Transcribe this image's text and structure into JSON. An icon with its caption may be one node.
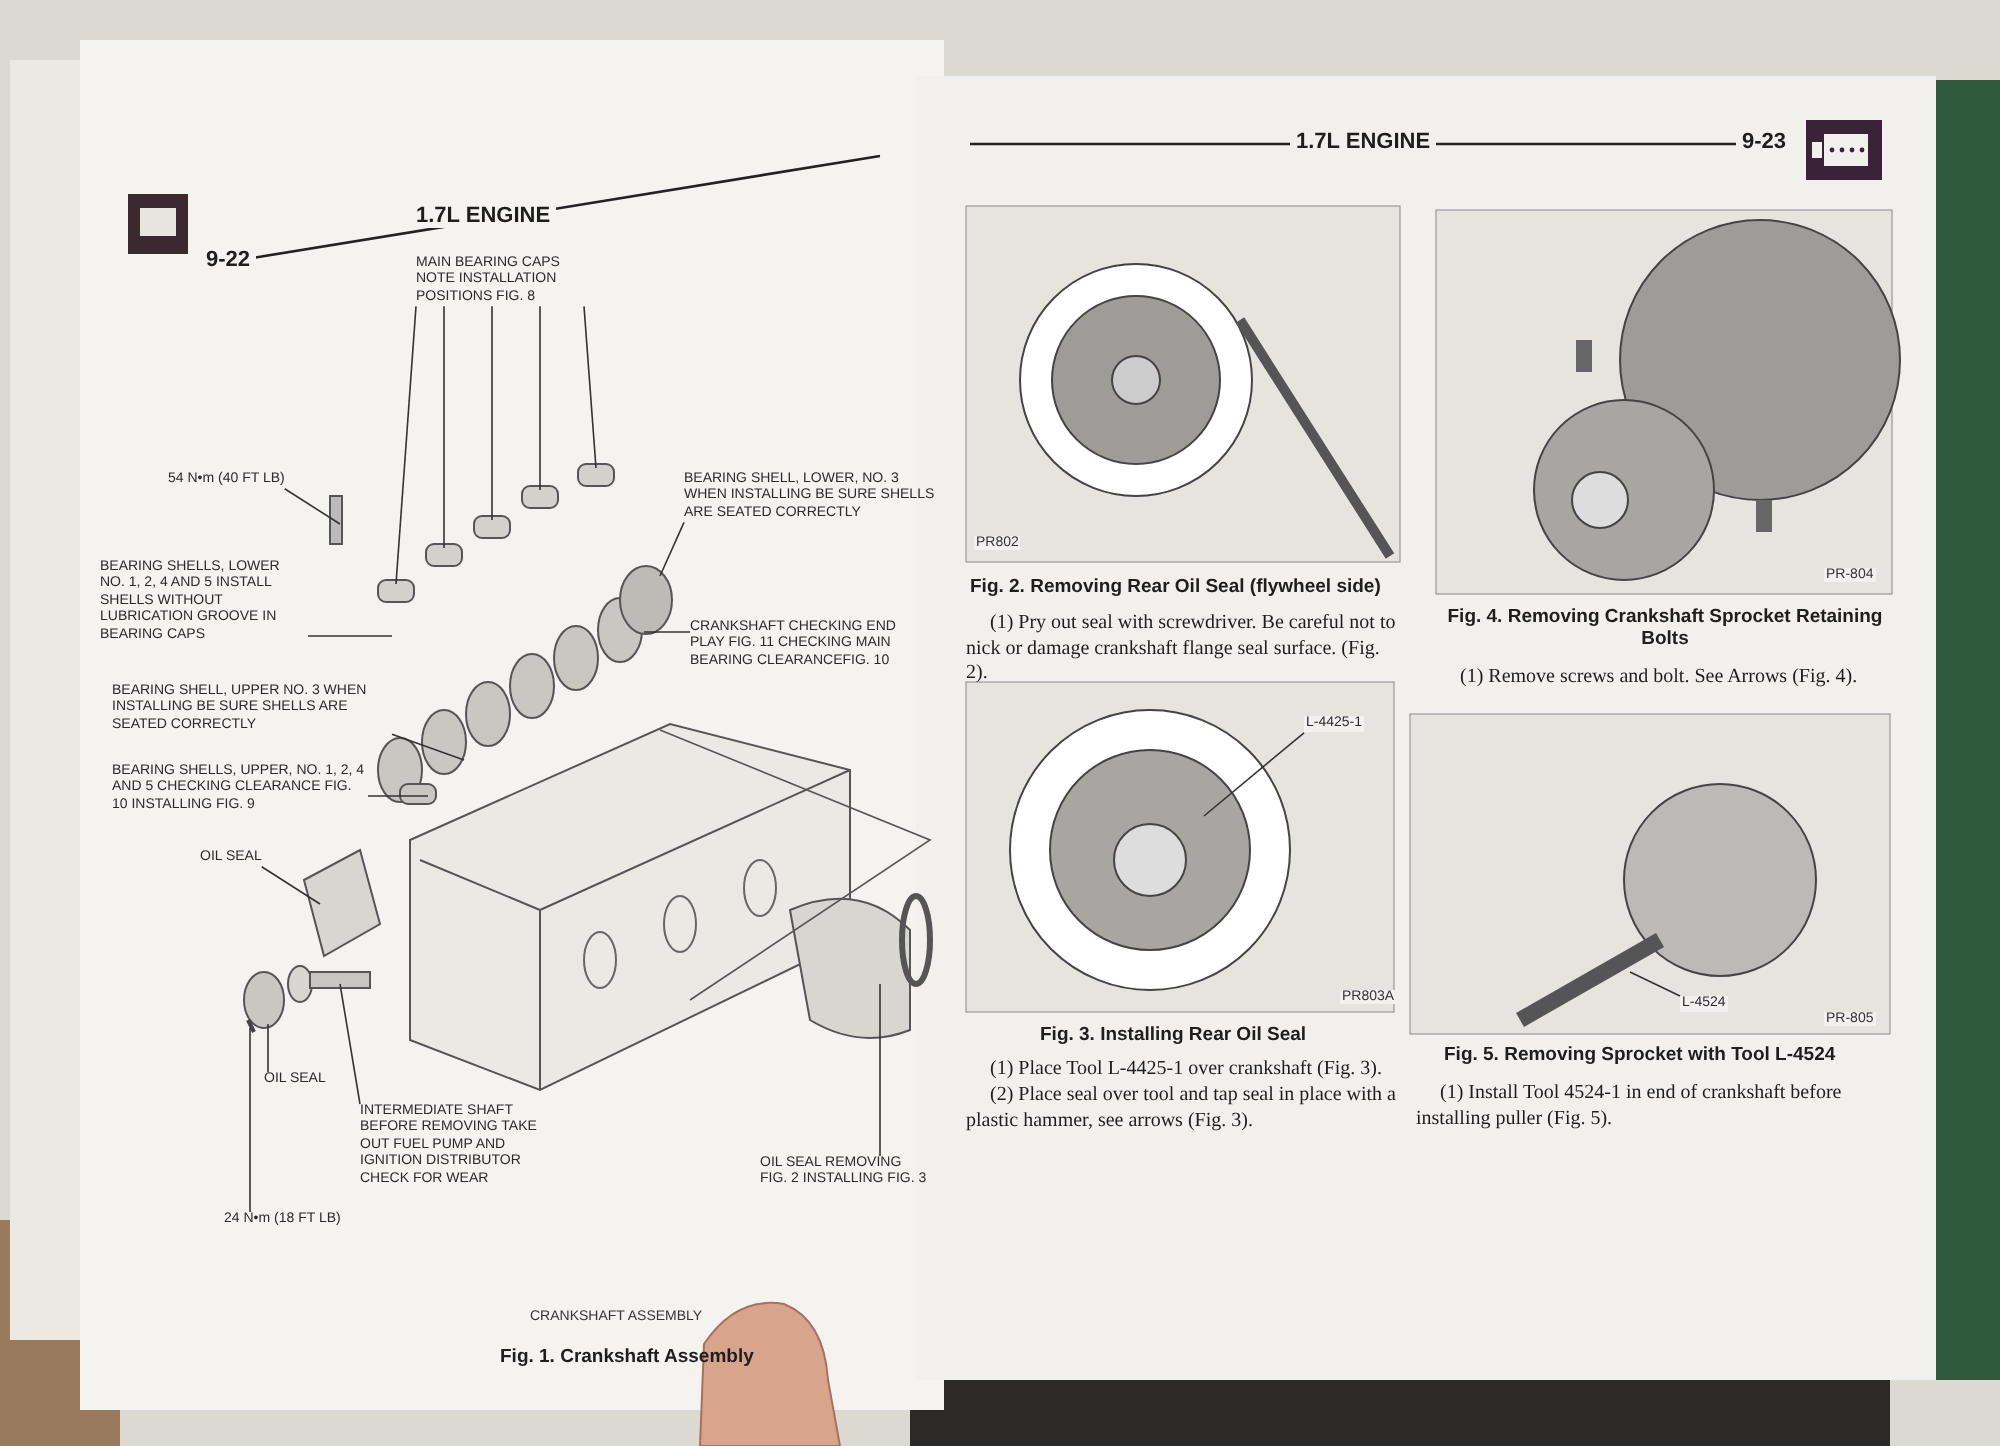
{
  "diagram": {
    "nodes": [
      {
        "text": [
          "54 N•m (40 FT LB)"
        ]
      },
      {
        "text": [
          "MAIN BEARING CAPS NOTE INSTALLATION POSITIONS FIG. 8"
        ]
      },
      {
        "text": [
          "BEARING SHELL, LOWER, NO. 3 WHEN INSTALLING BE SURE SHELLS ARE SEATED CORRECTLY"
        ]
      },
      {
        "text": [
          "BEARING SHELLS, LOWER NO. 1, 2, 4 AND 5 INSTALL SHELLS WITHOUT LUBRICATION GROOVE IN BEARING CAPS"
        ]
      },
      {
        "text": [
          "CRANKSHAFT CHECKING END PLAY FIG. 11 CHECKING MAIN BEARING CLEARANCEFIG. 10"
        ]
      },
      {
        "text": [
          "BEARING SHELL, UPPER NO. 3 WHEN INSTALLING BE SURE SHELLS ARE SEATED CORRECTLY"
        ]
      },
      {
        "text": [
          "BEARING SHELLS, UPPER, NO. 1, 2, 4 AND 5 CHECKING CLEARANCE FIG. 10 INSTALLING FIG. 9"
        ]
      },
      {
        "text": [
          "OIL SEAL"
        ]
      },
      {
        "text": [
          "OIL SEAL"
        ]
      },
      {
        "text": [
          "INTERMEDIATE SHAFT BEFORE REMOVING TAKE OUT FUEL PUMP AND IGNITION DISTRIBUTOR CHECK FOR WEAR"
        ]
      },
      {
        "text": [
          "24 N•m (18 FT LB)"
        ]
      },
      {
        "text": [
          "OIL SEAL REMOVING FIG. 2 INSTALLING FIG. 3"
        ]
      },
      {
        "text": [
          "L-4425-1"
        ]
      },
      {
        "text": [
          "L-4524"
        ]
      }
    ],
    "edges": [
      {
        "from": 0,
        "to": null,
        "arrow": "none"
      },
      {
        "from": 1,
        "to": null,
        "arrow": "none"
      },
      {
        "from": 1,
        "to": null,
        "arrow": "none"
      },
      {
        "from": 1,
        "to": null,
        "arrow": "none"
      },
      {
        "from": 1,
        "to": null,
        "arrow": "none"
      },
      {
        "from": 1,
        "to": null,
        "arrow": "none"
      },
      {
        "from": 2,
        "to": null,
        "arrow": "none"
      },
      {
        "from": 3,
        "to": null,
        "arrow": "none"
      },
      {
        "from": 4,
        "to": null,
        "arrow": "none"
      },
      {
        "from": 5,
        "to": null,
        "arrow": "none"
      },
      {
        "from": 6,
        "to": null,
        "arrow": "none"
      },
      {
        "from": 7,
        "to": null,
        "arrow": "none"
      },
      {
        "from": 8,
        "to": null,
        "arrow": "none"
      },
      {
        "from": 9,
        "to": null,
        "arrow": "none"
      },
      {
        "from": 10,
        "to": null,
        "arrow": "none"
      },
      {
        "from": 11,
        "to": null,
        "arrow": "none"
      },
      {
        "from": 12,
        "to": null,
        "arrow": "none"
      },
      {
        "from": 13,
        "to": null,
        "arrow": "none"
      }
    ],
    "labels": [
      "9-22",
      "1.7L ENGINE",
      "CRANKSHAFT ASSEMBLY",
      "Fig. 1. Crankshaft Assembly",
      "1.7L ENGINE",
      "9-23",
      "PR802",
      "Fig. 2. Removing Rear Oil Seal (flywheel side)",
      "(1) Pry out seal with screwdriver. Be careful not to nick or damage crankshaft flange seal surface. (Fig. 2).",
      "PR-804",
      "Fig. 4. Removing Crankshaft Sprocket Retaining Bolts",
      "(1) Remove screws and bolt. See Arrows (Fig. 4).",
      "PR803A",
      "Fig. 3. Installing Rear Oil Seal",
      "(1) Place Tool L-4425-1 over crankshaft (Fig. 3).",
      "(2) Place seal over tool and tap seal in place with a plastic hammer, see arrows (Fig. 3).",
      "PR-805",
      "Fig. 5. Removing Sprocket with Tool L-4524",
      "(1) Install Tool 4524-1 in end of crankshaft before installing puller (Fig. 5)."
    ]
  }
}
